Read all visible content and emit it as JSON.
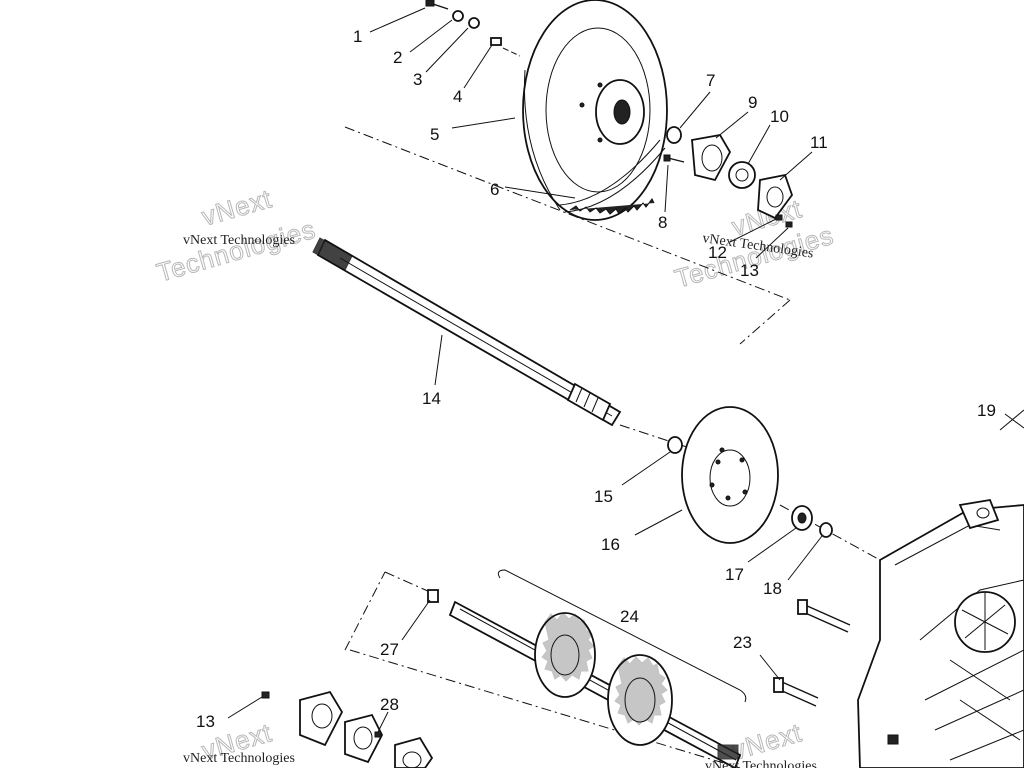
{
  "callouts": {
    "c1": "1",
    "c2": "2",
    "c3": "3",
    "c4": "4",
    "c5": "5",
    "c6": "6",
    "c7": "7",
    "c8": "8",
    "c9": "9",
    "c10": "10",
    "c11": "11",
    "c12": "12",
    "c13": "13",
    "c13b": "13",
    "c14": "14",
    "c15": "15",
    "c16": "16",
    "c17": "17",
    "c18": "18",
    "c19": "19",
    "c23": "23",
    "c24": "24",
    "c27": "27",
    "c28": "28"
  },
  "watermark": {
    "line1": "vNext Technologies",
    "line2a": "vNext",
    "line2b": "Technologies"
  }
}
